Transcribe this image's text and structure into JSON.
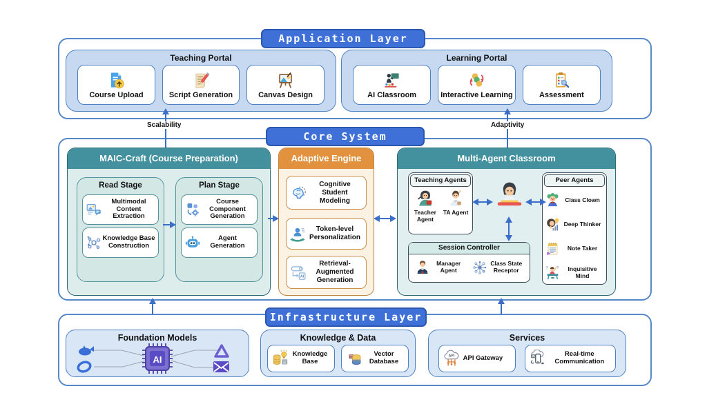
{
  "annotations": {
    "scalability": "Scalability",
    "adaptivity": "Adaptivity"
  },
  "application_layer": {
    "title": "Application Layer",
    "teaching_portal": {
      "title": "Teaching Portal",
      "items": [
        {
          "label": "Course Upload",
          "icon": "course-upload-icon"
        },
        {
          "label": "Script Generation",
          "icon": "script-generation-icon"
        },
        {
          "label": "Canvas Design",
          "icon": "canvas-design-icon"
        }
      ]
    },
    "learning_portal": {
      "title": "Learning Portal",
      "items": [
        {
          "label": "AI Classroom",
          "icon": "ai-classroom-icon"
        },
        {
          "label": "Interactive Learning",
          "icon": "interactive-learning-icon"
        },
        {
          "label": "Assessment",
          "icon": "assessment-icon"
        }
      ]
    }
  },
  "core_system": {
    "title": "Core System",
    "maic_craft": {
      "title": "MAIC-Craft (Course Preparation)",
      "read_stage": {
        "title": "Read Stage",
        "items": [
          {
            "label": "Multimodal Content Extraction",
            "icon": "multimodal-extraction-icon"
          },
          {
            "label": "Knowledge Base Construction",
            "icon": "knowledge-graph-icon"
          }
        ]
      },
      "plan_stage": {
        "title": "Plan Stage",
        "items": [
          {
            "label": "Course Component Generation",
            "icon": "component-generation-icon"
          },
          {
            "label": "Agent Generation",
            "icon": "robot-icon"
          }
        ]
      }
    },
    "adaptive_engine": {
      "title": "Adaptive Engine",
      "items": [
        {
          "label": "Cognitive Student Modeling",
          "icon": "brain-icon"
        },
        {
          "label": "Token-level Personalization",
          "icon": "personalization-icon"
        },
        {
          "label": "Retrieval-Augmented Generation",
          "icon": "rag-icon"
        }
      ]
    },
    "multi_agent_classroom": {
      "title": "Multi-Agent Classroom",
      "teaching_agents": {
        "title": "Teaching Agents",
        "items": [
          {
            "label": "Teacher Agent",
            "icon": "teacher-icon"
          },
          {
            "label": "TA Agent",
            "icon": "ta-icon"
          }
        ]
      },
      "peer_agents": {
        "title": "Peer Agents",
        "items": [
          {
            "label": "Class Clown",
            "icon": "clown-icon"
          },
          {
            "label": "Deep Thinker",
            "icon": "thinker-icon"
          },
          {
            "label": "Note Taker",
            "icon": "notepad-icon"
          },
          {
            "label": "Inquisitive Mind",
            "icon": "raised-hand-icon"
          }
        ]
      },
      "session_controller": {
        "title": "Session Controller",
        "items": [
          {
            "label": "Manager Agent",
            "icon": "manager-icon"
          },
          {
            "label": "Class State Receptor",
            "icon": "atom-icon"
          }
        ]
      },
      "student_icon": "student-at-desk-icon"
    }
  },
  "infrastructure_layer": {
    "title": "Infrastructure Layer",
    "foundation_models": {
      "title": "Foundation Models",
      "icons": [
        "whale-model-icon",
        "ring-model-icon",
        "ai-chip-icon",
        "knot-model-icon",
        "mail-model-icon"
      ]
    },
    "knowledge_data": {
      "title": "Knowledge & Data",
      "items": [
        {
          "label": "Knowledge Base",
          "icon": "knowledge-base-icon"
        },
        {
          "label": "Vector Database",
          "icon": "vector-database-icon"
        }
      ]
    },
    "services": {
      "title": "Services",
      "items": [
        {
          "label": "API Gateway",
          "icon": "api-gateway-icon"
        },
        {
          "label": "Real-time Communication",
          "icon": "realtime-communication-icon"
        }
      ]
    }
  },
  "colors": {
    "layer_pill": "#3e70d8",
    "teal_header": "#43919e",
    "orange_header": "#e2923e",
    "arrow": "#3b6ec9",
    "portal_bg": "#c6d9f1",
    "infra_bg": "#d9e6f6"
  }
}
